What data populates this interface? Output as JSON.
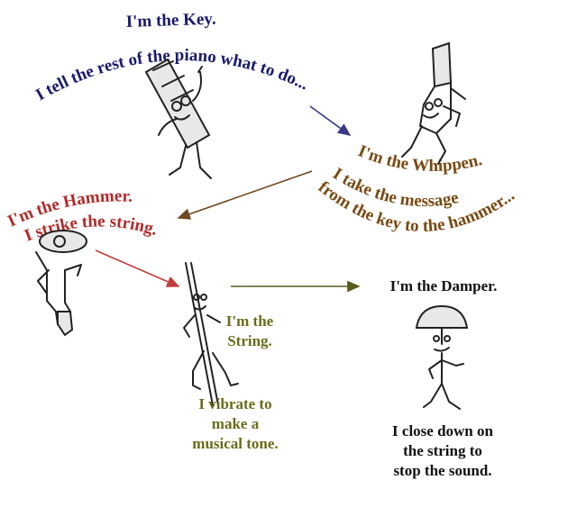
{
  "colors": {
    "key": "#1a1a6e",
    "whippen": "#7a4a12",
    "hammer": "#b32a2a",
    "string": "#6b6b1a",
    "damper": "#111111",
    "arrow_key_to_whippen": "#3a3a8a",
    "arrow_whippen_to_hammer": "#6e4a1e",
    "arrow_hammer_to_string": "#c23a3a",
    "arrow_string_to_damper": "#5a5a1a"
  },
  "key": {
    "line1": "I'm the Key.",
    "line2": "I tell the rest of the piano what to do..."
  },
  "whippen": {
    "line1": "I'm the Whippen.",
    "line2": "I take the message",
    "line3": "from the key to the hammer..."
  },
  "hammer": {
    "line1": "I'm the Hammer.",
    "line2": "I strike the string."
  },
  "string": {
    "line1": "I'm the",
    "line2": "String.",
    "line3": "I vibrate to",
    "line4": "make a",
    "line5": "musical tone."
  },
  "damper": {
    "title": "I'm the Damper.",
    "line1": "I close down on",
    "line2": "the string to",
    "line3": "stop the sound."
  }
}
